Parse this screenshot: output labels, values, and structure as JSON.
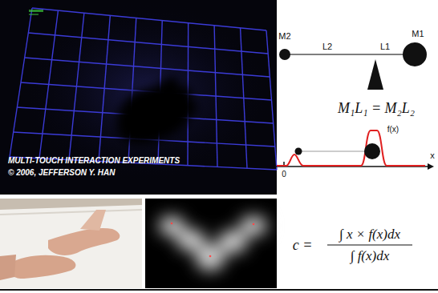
{
  "diagram": {
    "labels": [
      "MULTI-TOUCH INTERACTION EXPERIMENTS",
      "© 2006, JEFFERSON Y. HAN",
      "M2",
      "L2",
      "L1",
      "M1",
      "M₁L₁ = M₂L₂",
      "f(x)",
      "0",
      "x",
      "c =",
      "∫ x × f(x)dx",
      "∫ f(x)dx"
    ]
  }
}
